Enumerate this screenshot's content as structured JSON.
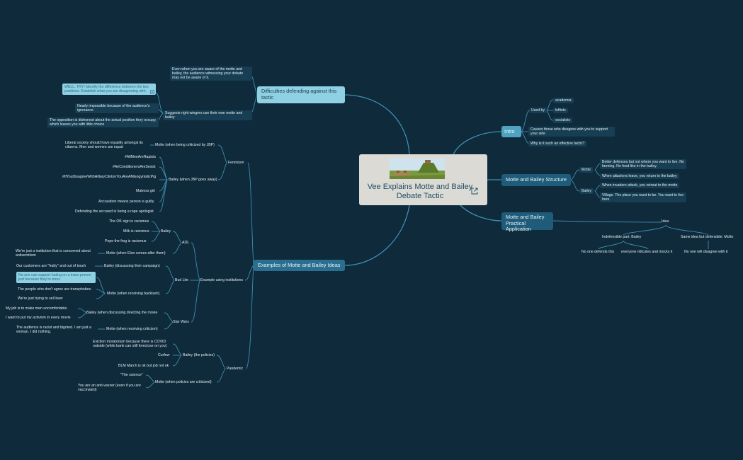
{
  "central": {
    "title": "Vee Explains Motte and Bailey Debate Tactic"
  },
  "branches": {
    "intro": {
      "label": "Intro",
      "used_by": "Used by",
      "used_by_items": [
        "academia",
        "leftists",
        "socialists"
      ],
      "causes": "Causes those who disagree with you to support your side",
      "why": "Why is it such an effective tactic?"
    },
    "structure": {
      "label": "Motte and Bailey Structure",
      "motte": "Motte",
      "motte_items": [
        "Better defenses but not where you want to live. No farming. No food like in the bailey.",
        "When attackers leave, you return to the bailey"
      ],
      "bailey": "Bailey",
      "bailey_items": [
        "When invaders attack, you retreat to the motte",
        "Village. The place you want to be. You want to live here"
      ]
    },
    "practical": {
      "label": "Motte and Bailey Practical Application",
      "idea": "Idea",
      "indefensible": "Indefensible part: Bailey",
      "same_idea": "Same idea but defensible: Motte",
      "no_one_defends": "No one defends this",
      "everyone_ridicules": "everyone ridicules and mocks it",
      "no_one_disagree": "No one will disagree with it"
    },
    "difficulties": {
      "label": "Difficulties defending against this tactic",
      "aware": "Even when you are aware of the motte and bailey, the audience witnessing your debate may not be aware of it.",
      "suggests": "Suggests right wingers use their own motte and bailey",
      "well_try": "WELL, TRY! Identify the difference between the two positions. Establish what you are disagreeing with.",
      "nearly": "Nearly impossible because of the audience's ignorance",
      "opposition": "The opposition is dishonest about the actual position they occupy, which leaves you with little choice"
    },
    "examples": {
      "label": "Examples of Motte and Bailey Ideas",
      "feminism": {
        "label": "Feminism",
        "motte": "Motte (when being criticized by JBP)",
        "motte_item": "Liberal society should have equality amongst its citizens. Men and women are equal",
        "bailey": "Bailey (when JBP goes away)",
        "bailey_items": [
          "#AllMenAreRapists",
          "#AirConditionersAreSexist",
          "#IfYouDisagreeWithHillaryClintonYouAreAMisogynisticPig",
          "Matress girl",
          "Accusation means person is guilty",
          "Defending the accused is being a rape apologist"
        ]
      },
      "institutions": {
        "label": "Example using institutions",
        "adl": {
          "label": "ADL",
          "bailey": "Bailey",
          "bailey_items": [
            "The OK sign is racismus",
            "Milk is racismus",
            "Pepe the frog is racismus"
          ],
          "motte": "Motte (when Elon comes after them)",
          "motte_item": "We're just a institution that is concerned about antisemitism"
        },
        "budlite": {
          "label": "Bud Lite",
          "bailey": "Bailey (discussing their campaign)",
          "bailey_item": "Our customers are \"fratty\" and out of touch",
          "motte": "Motte (when receiving backlash)",
          "motte_items": [
            "No one can support hating on a trans person just because they're trans",
            "The people who don't agree are transphobes.",
            "We're just trying to sell beer"
          ]
        },
        "starwars": {
          "label": "Star Wars",
          "bailey": "Bailey (when discussing directing the movie",
          "bailey_items": [
            "My job is to make men uncomfortable.",
            "I want to put my  activism in every movie"
          ],
          "motte": "Motte (when receiving criticism)",
          "motte_item": "The audience is racist and bigoted. I am just a woman. I did nothing."
        }
      },
      "pandemic": {
        "label": "Pandemic",
        "bailey": "Bailey (the policies)",
        "bailey_items": [
          "Eviction moratorium because there is COVID outside (while bank can still foreclose on you)",
          "Curfew",
          "BLM March is ok but job not ok"
        ],
        "motte": "Motte (when policies are criticized)",
        "motte_items": [
          "\"The science\"",
          "You are an anti-vaxxer (even if you are vaccinated)"
        ]
      }
    }
  },
  "colors": {
    "background": "#0e2a3b",
    "node": "#173e52",
    "branch": "#1e5c7a",
    "highlight": "#8fd0e3",
    "line": "#3f8fae"
  },
  "icons": {
    "external_link": "external-link-icon",
    "note": "note-icon"
  }
}
